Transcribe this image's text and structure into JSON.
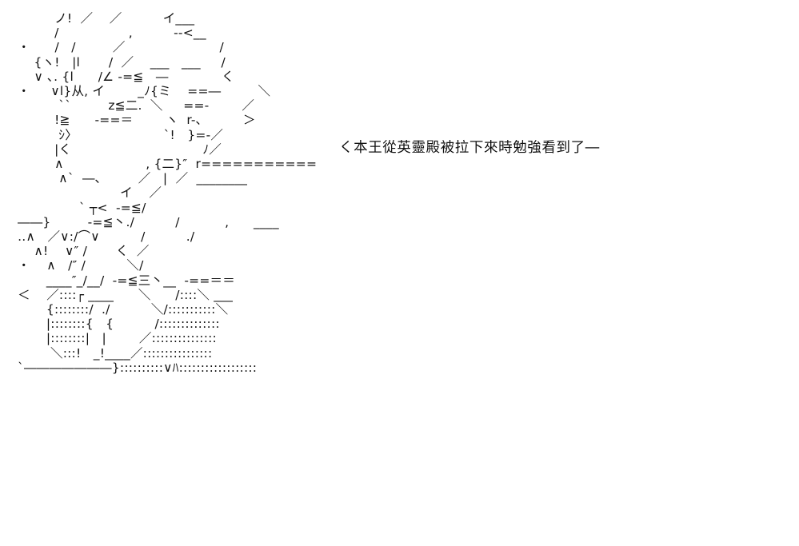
{
  "art": {
    "lines": [
      "         ノ!  ／    ／          イ___",
      "         /                 ,          --<__",
      "・      /   /         ／                       /",
      "    {ヽ!   |l       /  ／    ___   ___     /",
      "    ∨ ､. {l      /∠ -=≦   ―             く",
      "・     ∨l}从, イ        _ﾉ{ミ    ==―         ＼",
      "          ``         z≦二.  ＼     ==-        ／",
      "         !≧      -==＝        ヽ  r-､          ＞",
      "          ｼ〉                     `!   }=-／",
      "         |く                                ﾉ／",
      "         ∧                    , {二}″  r===========",
      "          ∧`  ―､         ／   |  ／  ________",
      "                         イ    ／",
      "               ` ┬<  -=≦/",
      "――}         -=≦丶./          /           ,      ____",
      "‥∧   ／∨:/⌒∨          /          ./",
      "    ∧!    ∨″ /       く  ／",
      "・    ∧   /″ /          ＼/",
      "       ____″_/__/  -=≦三丶__  -==＝＝",
      "＜    ／::::┌ ____      ＼      /::::＼ ___",
      "       {::::::::/  ./          ＼/:::::::::::＼",
      "       |::::::::{   {          /::::::::::::::",
      "       |::::::::|   |        ／:::::::::::::::",
      "        ＼:::!   _!____／::::::::::::::::",
      "`―――――――}::::::::::∨ﾊ::::::::::::::::::"
    ]
  },
  "speech": {
    "text": "く本王從英靈殿被拉下來時勉強看到了―"
  }
}
